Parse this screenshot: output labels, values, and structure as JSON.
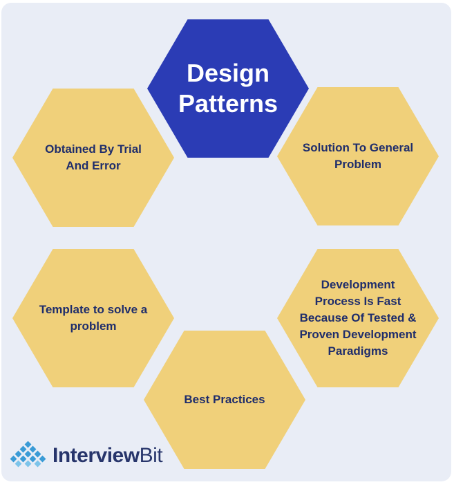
{
  "diagram": {
    "center_title": "Design Patterns",
    "center_title_line1": "Design",
    "center_title_line2": "Patterns",
    "items": [
      {
        "label": "Obtained By Trial And Error"
      },
      {
        "label": "Solution To General Problem"
      },
      {
        "label": "Template to solve a problem"
      },
      {
        "label": "Development Process Is Fast Because Of Tested & Proven Development Paradigms"
      },
      {
        "label": "Best Practices"
      }
    ]
  },
  "logo": {
    "part1": "Interview",
    "part2": "Bit"
  },
  "colors": {
    "background": "#e9edf6",
    "hex_yellow": "#f0d07a",
    "hex_blue": "#2b3cb5",
    "text_dark": "#1f2d6b"
  }
}
